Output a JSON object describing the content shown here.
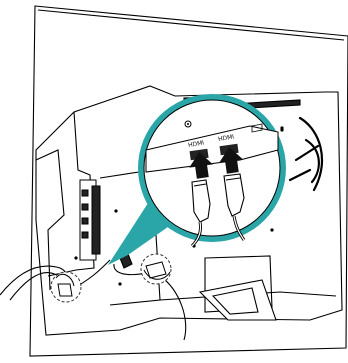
{
  "figure": {
    "port_labels": {
      "left": "HDMI",
      "right": "HDMI"
    },
    "icons": [
      "monitor-back-panel",
      "rog-eye-logo",
      "hdmi-plug",
      "insert-arrow",
      "cable-clip",
      "zoom-callout"
    ],
    "colors": {
      "outline": "#000000",
      "callout_fill": "#2aa6a8",
      "arrow": "#111111",
      "panel": "#ffffff"
    }
  }
}
